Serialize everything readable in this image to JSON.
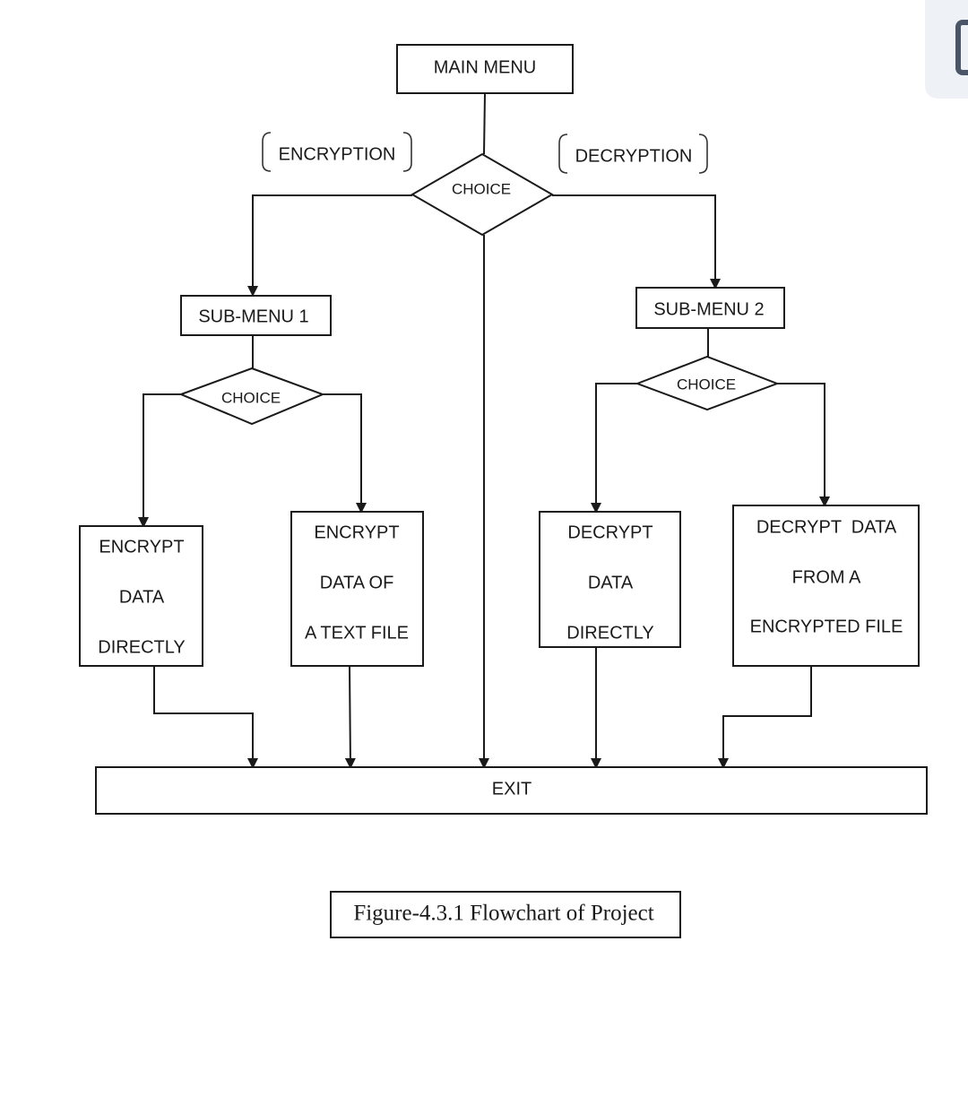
{
  "diagram": {
    "main_menu": "MAIN MENU",
    "main_choice": "CHOICE",
    "encryption_branch": "ENCRYPTION",
    "decryption_branch": "DECRYPTION",
    "sub_menu_1": "SUB-MENU 1",
    "sub_menu_2": "SUB-MENU 2",
    "choice_1": "CHOICE",
    "choice_2": "CHOICE",
    "encrypt_direct": [
      "ENCRYPT",
      "DATA",
      "DIRECTLY"
    ],
    "encrypt_file": [
      "ENCRYPT",
      "DATA OF",
      "A TEXT FILE"
    ],
    "decrypt_direct": [
      "DECRYPT",
      "DATA",
      "DIRECTLY"
    ],
    "decrypt_file": [
      "DECRYPT  DATA",
      "FROM A",
      "ENCRYPTED FILE"
    ],
    "exit": "EXIT",
    "caption": "Figure-4.3.1 Flowchart of Project"
  }
}
